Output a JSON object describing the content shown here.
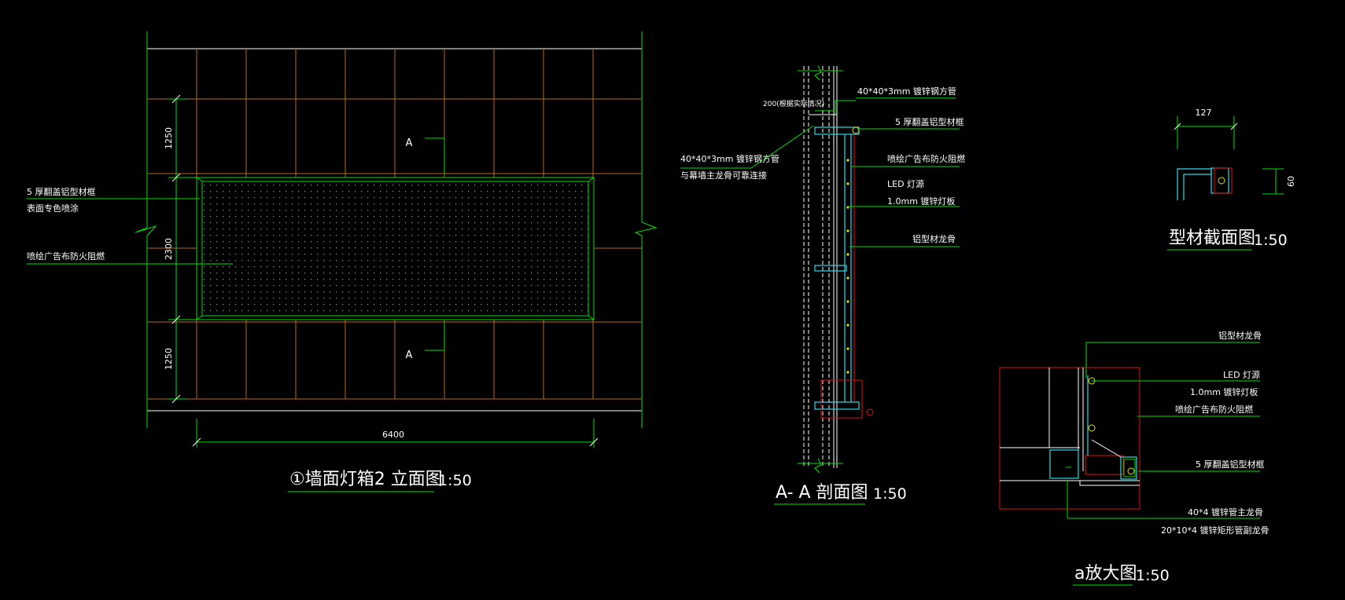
{
  "elevation": {
    "title": "①墙面灯箱2 立面图",
    "scale": "1:50",
    "dim_top": "1250",
    "dim_mid": "2300",
    "dim_bottom": "1250",
    "dim_width": "6400",
    "section_mark_top": "A",
    "section_mark_bottom": "A",
    "note_frame_1": "5 厚翻盖铝型材框",
    "note_frame_2": "表面专色喷涂",
    "note_fabric": "喷绘广告布防火阻燃"
  },
  "section": {
    "title": "A- A 剖面图",
    "scale": "1:50",
    "dim_200": "200(根据实际情况)",
    "note_pipe_top": "40*40*3mm   镀锌钢方管",
    "note_frame": "5 厚翻盖铝型材框",
    "note_fabric": "喷绘广告布防火阻燃",
    "note_led": "LED 灯源",
    "note_panel": "1.0mm   镀锌灯板",
    "note_keel": "铝型材龙骨",
    "note_pipe_left_1": "40*40*3mm     镀锌钢方管",
    "note_pipe_left_2": "与幕墙主龙骨可靠连接"
  },
  "profile": {
    "title": "型材截面图",
    "scale": "1:50",
    "dim_width": "127",
    "dim_height": "60"
  },
  "detail": {
    "title": "a放大图",
    "scale": "1:50",
    "note_keel": "铝型材龙骨",
    "note_led": "LED 灯源",
    "note_panel": "1.0mm     镀锌灯板",
    "note_fabric": "喷绘广告布防火阻燃",
    "note_frame": "5 厚翻盖铝型材框",
    "note_main": "40*4   镀锌管主龙骨",
    "note_sub": "20*10*4   镀锌矩形管副龙骨"
  },
  "colors": {
    "background": "#000000",
    "annotation": "#00e000",
    "grid": "#b86a1e",
    "outline": "#ffffff",
    "frame": "#30d8e8",
    "detail_box": "#e01010"
  }
}
